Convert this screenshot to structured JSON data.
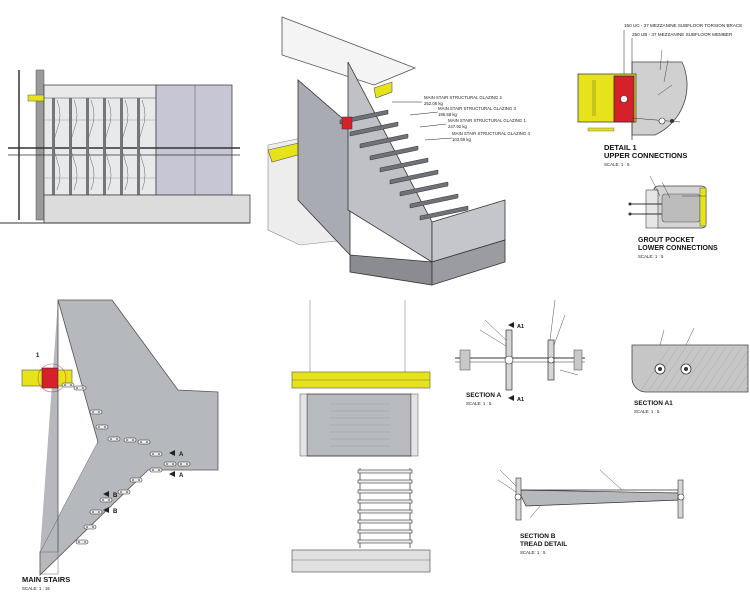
{
  "detail1": {
    "title_line1": "DETAIL 1",
    "title_line2": "UPPER CONNECTIONS",
    "scale": "SCALE: 1 : 5",
    "callout_top": "150 UC - 37 MEZZANINE SUBFLOOR TORSION BRACE",
    "callout_second": "250 UB - 37 MEZZANINE SUBFLOOR MEMBER"
  },
  "grout": {
    "title_line1": "GROUT POCKET",
    "title_line2": "LOWER CONNECTIONS",
    "scale": "SCALE: 1 : 5"
  },
  "glazing": [
    {
      "name": "MAIN STAIR STRUCTURAL GLAZING 2",
      "weight": "252.06 kg"
    },
    {
      "name": "MAIN STAIR STRUCTURAL GLAZING 3",
      "weight": "196.58 kg"
    },
    {
      "name": "MAIN STAIR STRUCTURAL GLAZING 1",
      "weight": "247.92 kg"
    },
    {
      "name": "MAIN STAIR STRUCTURAL GLAZING 4",
      "weight": "103.59 kg"
    }
  ],
  "main_stairs": {
    "title": "MAIN STAIRS",
    "scale": "SCALE: 1 : 15",
    "detail_marker": "1",
    "marker_a": "A",
    "marker_b": "B"
  },
  "section_a": {
    "title": "SECTION A",
    "scale": "SCALE: 1 : 5",
    "marker": "A1"
  },
  "section_a1": {
    "title": "SECTION A1",
    "scale": "SCALE: 1 : 5"
  },
  "section_b": {
    "title_line1": "SECTION B",
    "title_line2": "TREAD DETAIL",
    "scale": "SCALE: 1 : 5"
  },
  "colors": {
    "yellow": "#e6e31c",
    "red": "#d6202a",
    "glass": "#b4b7bd",
    "glass_dark": "#7f8288",
    "line": "#333333"
  }
}
